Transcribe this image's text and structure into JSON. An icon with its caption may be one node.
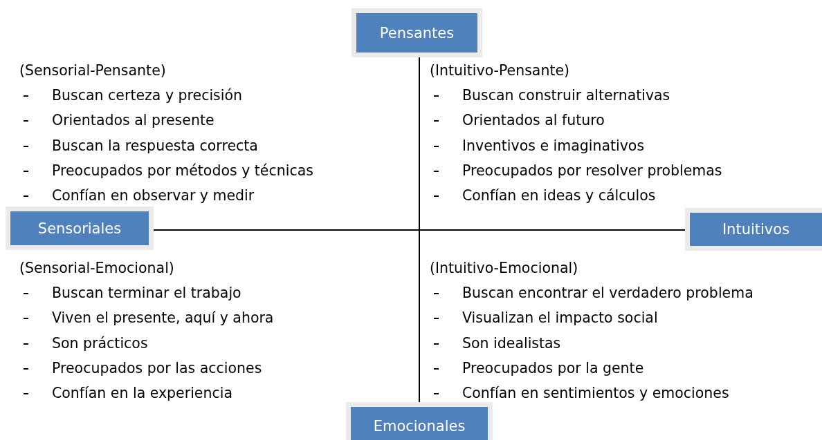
{
  "diagram": {
    "nodes": [
      {
        "text": [
          "Pensantes"
        ]
      },
      {
        "text": [
          "Sensoriales"
        ]
      },
      {
        "text": [
          "Intuitivos"
        ]
      },
      {
        "text": [
          "Emocionales"
        ]
      }
    ],
    "edges": [
      {
        "from": 0,
        "to": 3,
        "arrow": "none"
      },
      {
        "from": 1,
        "to": 2,
        "arrow": "none"
      }
    ],
    "labels": [
      "(Sensorial-Pensante)",
      "Buscan certeza y precisión",
      "Orientados al presente",
      "Buscan la respuesta correcta",
      "Preocupados por métodos y técnicas",
      "Confían en observar y medir",
      "(Intuitivo-Pensante)",
      "Buscan construir alternativas",
      "Orientados al futuro",
      "Inventivos e imaginativos",
      "Preocupados por resolver problemas",
      "Confían en ideas y cálculos",
      "(Sensorial-Emocional)",
      "Buscan terminar el trabajo",
      "Viven el presente, aquí y ahora",
      "Son prácticos",
      "Preocupados por las acciones",
      "Confían en la experiencia",
      "(Intuitivo-Emocional)",
      "Buscan encontrar el verdadero problema",
      "Visualizan el impacto social",
      "Son idealistas",
      "Preocupados por la gente",
      "Confían en sentimientos y emociones"
    ]
  }
}
